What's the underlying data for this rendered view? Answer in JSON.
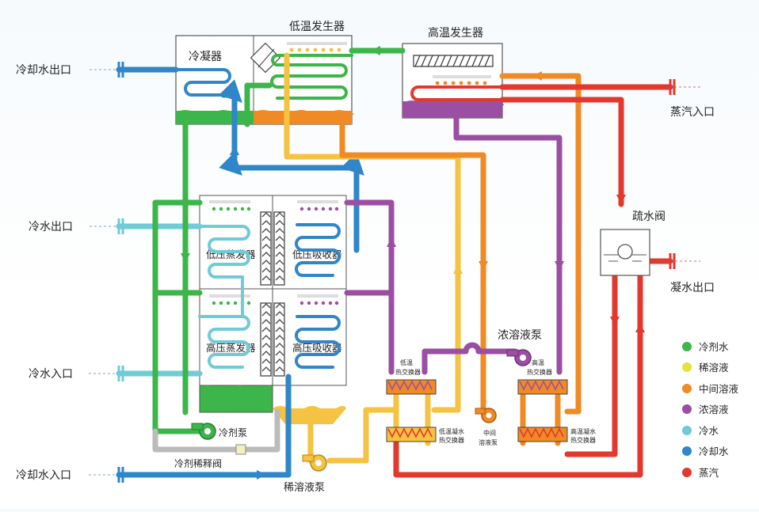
{
  "labels": {
    "low_temp_generator": "低温发生器",
    "high_temp_generator": "高温发生器",
    "condenser": "冷凝器",
    "cooling_water_outlet": "冷却水出口",
    "cooling_water_inlet": "冷却水入口",
    "chilled_water_outlet": "冷水出口",
    "chilled_water_inlet": "冷水入口",
    "steam_inlet": "蒸汽入口",
    "condensate_outlet": "凝水出口",
    "drain_valve": "疏水阀",
    "low_pressure_evaporator": "低压蒸发器",
    "low_pressure_absorber": "低压吸收器",
    "high_pressure_evaporator": "高压蒸发器",
    "high_pressure_absorber": "高压吸收器",
    "refrigerant_pump": "冷剂泵",
    "refrigerant_dilution_valve": "冷剂稀释阀",
    "dilute_solution_pump": "稀溶液泵",
    "concentrated_solution_pump": "浓溶液泵",
    "low_temp_heat_exchanger_1": "低温",
    "low_temp_heat_exchanger_2": "热交换器",
    "high_temp_heat_exchanger_1": "高温",
    "high_temp_heat_exchanger_2": "热交换器",
    "low_temp_condensate_hx_1": "低温凝水",
    "low_temp_condensate_hx_2": "热交换器",
    "high_temp_condensate_hx_1": "高温凝水",
    "high_temp_condensate_hx_2": "热交换器",
    "intermediate_solution_pump_1": "中间",
    "intermediate_solution_pump_2": "溶液泵"
  },
  "legend": [
    {
      "label": "冷剂水",
      "color": "#3cb54a"
    },
    {
      "label": "稀溶液",
      "color": "#e3e33a"
    },
    {
      "label": "中间溶液",
      "color": "#f08a24"
    },
    {
      "label": "浓溶液",
      "color": "#9b4fa3"
    },
    {
      "label": "冷水",
      "color": "#6fcbd6"
    },
    {
      "label": "冷却水",
      "color": "#2f86c8"
    },
    {
      "label": "蒸汽",
      "color": "#e2382e"
    }
  ],
  "colors": {
    "refrigerant": "#3cb54a",
    "dilute": "#f5c242",
    "intermediate": "#f08a24",
    "concentrated": "#9b4fa3",
    "chilled": "#6fcbd6",
    "cooling": "#2f86c8",
    "steam": "#e2382e",
    "valve_line": "#bbbbbb"
  }
}
